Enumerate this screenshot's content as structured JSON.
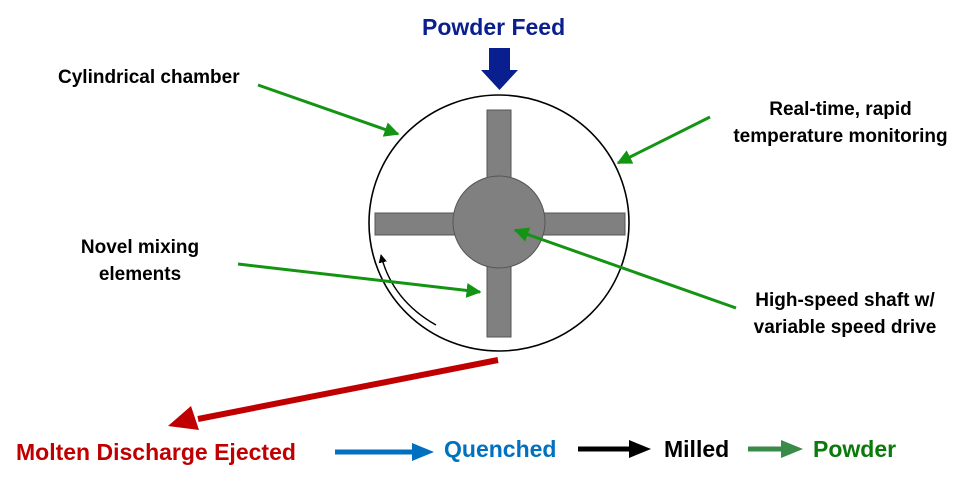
{
  "title": "Powder Feed",
  "labels": {
    "chamber": "Cylindrical chamber",
    "temperature_line1": "Real-time, rapid",
    "temperature_line2": "temperature monitoring",
    "mixing_line1": "Novel mixing",
    "mixing_line2": "elements",
    "shaft_line1": "High-speed shaft w/",
    "shaft_line2": "variable speed drive"
  },
  "process_flow": [
    "Molten Discharge Ejected",
    "Quenched",
    "Milled",
    "Powder"
  ],
  "colors": {
    "feed": "#0a1f8f",
    "discharge": "#c00000",
    "quenched": "#0070c0",
    "milled": "#000000",
    "powder": "#0a7a0a",
    "powder_arrow": "#3a8a4a",
    "pointer": "#139413",
    "mixer": "#808080"
  }
}
